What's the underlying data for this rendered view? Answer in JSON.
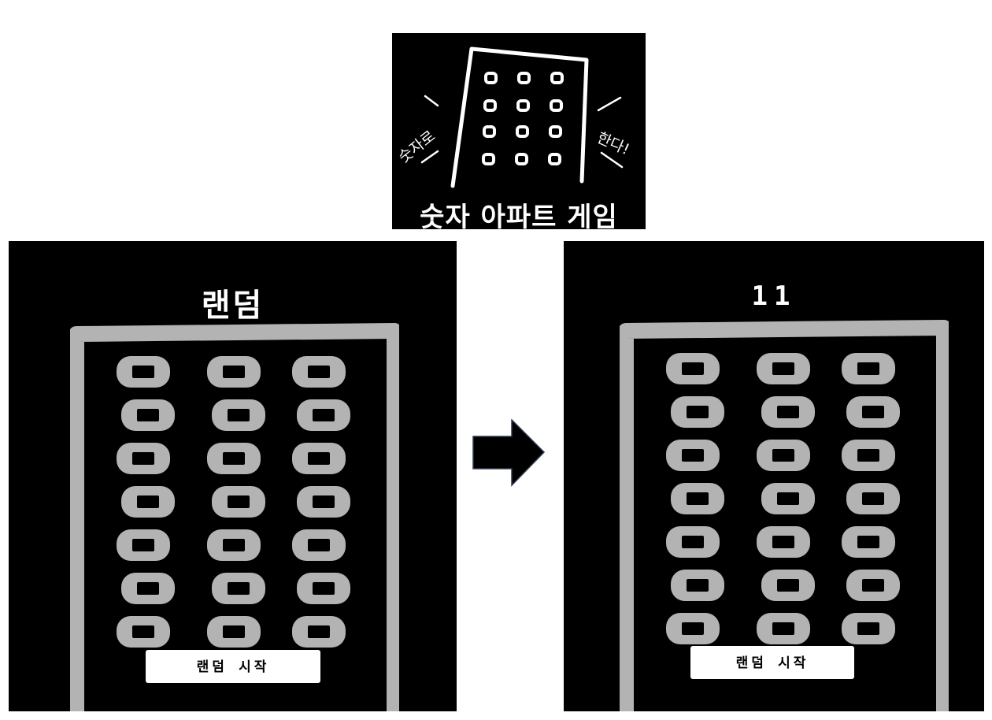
{
  "title_card": {
    "title": "숫자 아파트 게임",
    "left_shout": "숫자로",
    "right_shout": "한다!"
  },
  "screens": {
    "before": {
      "heading": "랜덤",
      "start_button": "랜덤 시작"
    },
    "after": {
      "heading": "11",
      "start_button": "랜덤 시작"
    }
  },
  "building": {
    "floors": 7,
    "windows_per_floor": 3
  },
  "colors": {
    "background": "#000000",
    "building": "#b3b3b3",
    "window_glass": "#000000",
    "text": "#ffffff",
    "arrow": "#000000"
  },
  "icons": {
    "transition": "right-arrow-icon"
  }
}
